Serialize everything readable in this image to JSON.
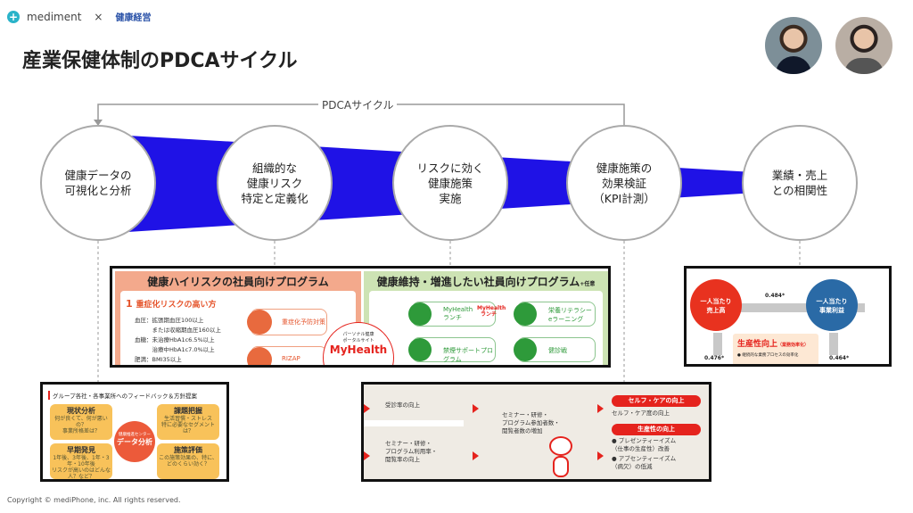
{
  "header": {
    "brand": "mediment",
    "separator": "×",
    "partner": "健康経営",
    "title": "産業保健体制のPDCAサイクル"
  },
  "cycle_label": "PDCAサイクル",
  "steps": [
    {
      "label": "健康データの\n可視化と分析"
    },
    {
      "label": "組織的な\n健康リスク\n特定と定義化"
    },
    {
      "label": "リスクに効く\n健康施策\n実施"
    },
    {
      "label": "健康施策の\n効果検証\n（KPI計測）"
    },
    {
      "label": "業績・売上\nとの相関性"
    }
  ],
  "colors": {
    "flow_band": "#1f12e6",
    "accent_red": "#e5231d",
    "orange": "#f3a98c",
    "green": "#cde3b4",
    "blue": "#2a6aa6"
  },
  "program_panel": {
    "high_risk_title": "健康ハイリスクの社員向けプログラム",
    "maintain_title": "健康維持・増進したい社員向けプログラム",
    "maintain_suffix": "+任意",
    "num": "1",
    "risk_heading": "重症化リスクの高い方",
    "criteria": [
      "血圧：拡張期血圧100以上",
      "　　　または収縮期血圧160以上",
      "血糖：未治療HbA1c6.5%以上",
      "　　　治療中HbA1c7.0%以上",
      "肥満：BMI35以上"
    ],
    "items_orange": [
      "重症化予防対策",
      "RIZAP"
    ],
    "portal_sub": "パーソナル健康\nポータルサイト",
    "portal": "MyHealth",
    "items_green": [
      "MyHealth\nランチ",
      "栄養リテラシー\neラーニング",
      "禁煙サポートプログラム",
      "健診戦"
    ],
    "lunch_logo": "MyHealth ランチ"
  },
  "feedback_panel": {
    "title": "グループ各社・各事業所へのフィードバック＆方針提案",
    "center_sub": "健康推進センター",
    "center": "データ分析",
    "boxes": [
      {
        "title": "現状分析",
        "text": "何が良くて、何が悪いの？\n事業所格差は？"
      },
      {
        "title": "課題把握",
        "text": "生活習慣・ストレス\n特に必要なセグメントは？"
      },
      {
        "title": "早期発見",
        "text": "1年後、3年後、1年・3年・10年後\nリスクが高いのはどんな人？など？"
      },
      {
        "title": "施策評価",
        "text": "この施策効果の、特に、\nどのくらい効く？"
      }
    ]
  },
  "kpi_panel": {
    "left_rows": [
      "受診率の向上",
      "セミナー・研修・\nプログラム利用率・\n閲覧率の向上"
    ],
    "mid": "セミナー・研修・\nプログラム参加者数・\n閲覧者数の増加",
    "selfcare_title": "セルフ・ケアの向上",
    "selfcare_text": "セルフ・ケア度の向上",
    "prod_title": "生産性の向上",
    "prod_items": [
      "● プレゼンティーイズム\n（仕事の生産性）改善",
      "● アブセンティーイズム\n（病欠）の低減"
    ]
  },
  "correlation_panel": {
    "left": "一人当たり\n売上高",
    "right": "一人当たり\n事業利益",
    "coef_top": "0.484*",
    "coef_left": "0.476*",
    "coef_right": "0.464*",
    "prod_title": "生産性向上",
    "prod_sub": "（業務効率化）",
    "prod_text": "● 継続的な業務プロセスの効率化"
  },
  "footer": "Copyright © mediPhone, inc. All rights reserved."
}
